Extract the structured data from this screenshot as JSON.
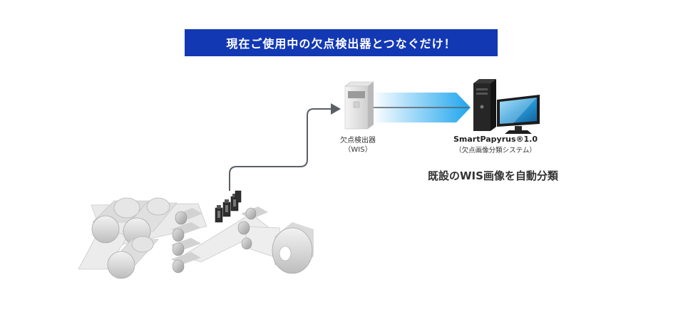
{
  "banner": {
    "text": "現在ご使用中の欠点検出器とつなぐだけ！"
  },
  "detector": {
    "name": "欠点検出器",
    "abbr": "（WIS）"
  },
  "system": {
    "name": "SmartPapyrus®1.0",
    "subtitle": "（欠点画像分類システム）"
  },
  "caption": "既設のWIS画像を自動分類",
  "colors": {
    "banner": "#1238b4",
    "flow_arrow_start": "#ffffff",
    "flow_arrow_end": "#1ea5ee",
    "cable": "#5a5f66"
  },
  "icons": [
    "server-icon",
    "desktop-pc-icon",
    "camera-icon",
    "paper-roll-icon"
  ]
}
